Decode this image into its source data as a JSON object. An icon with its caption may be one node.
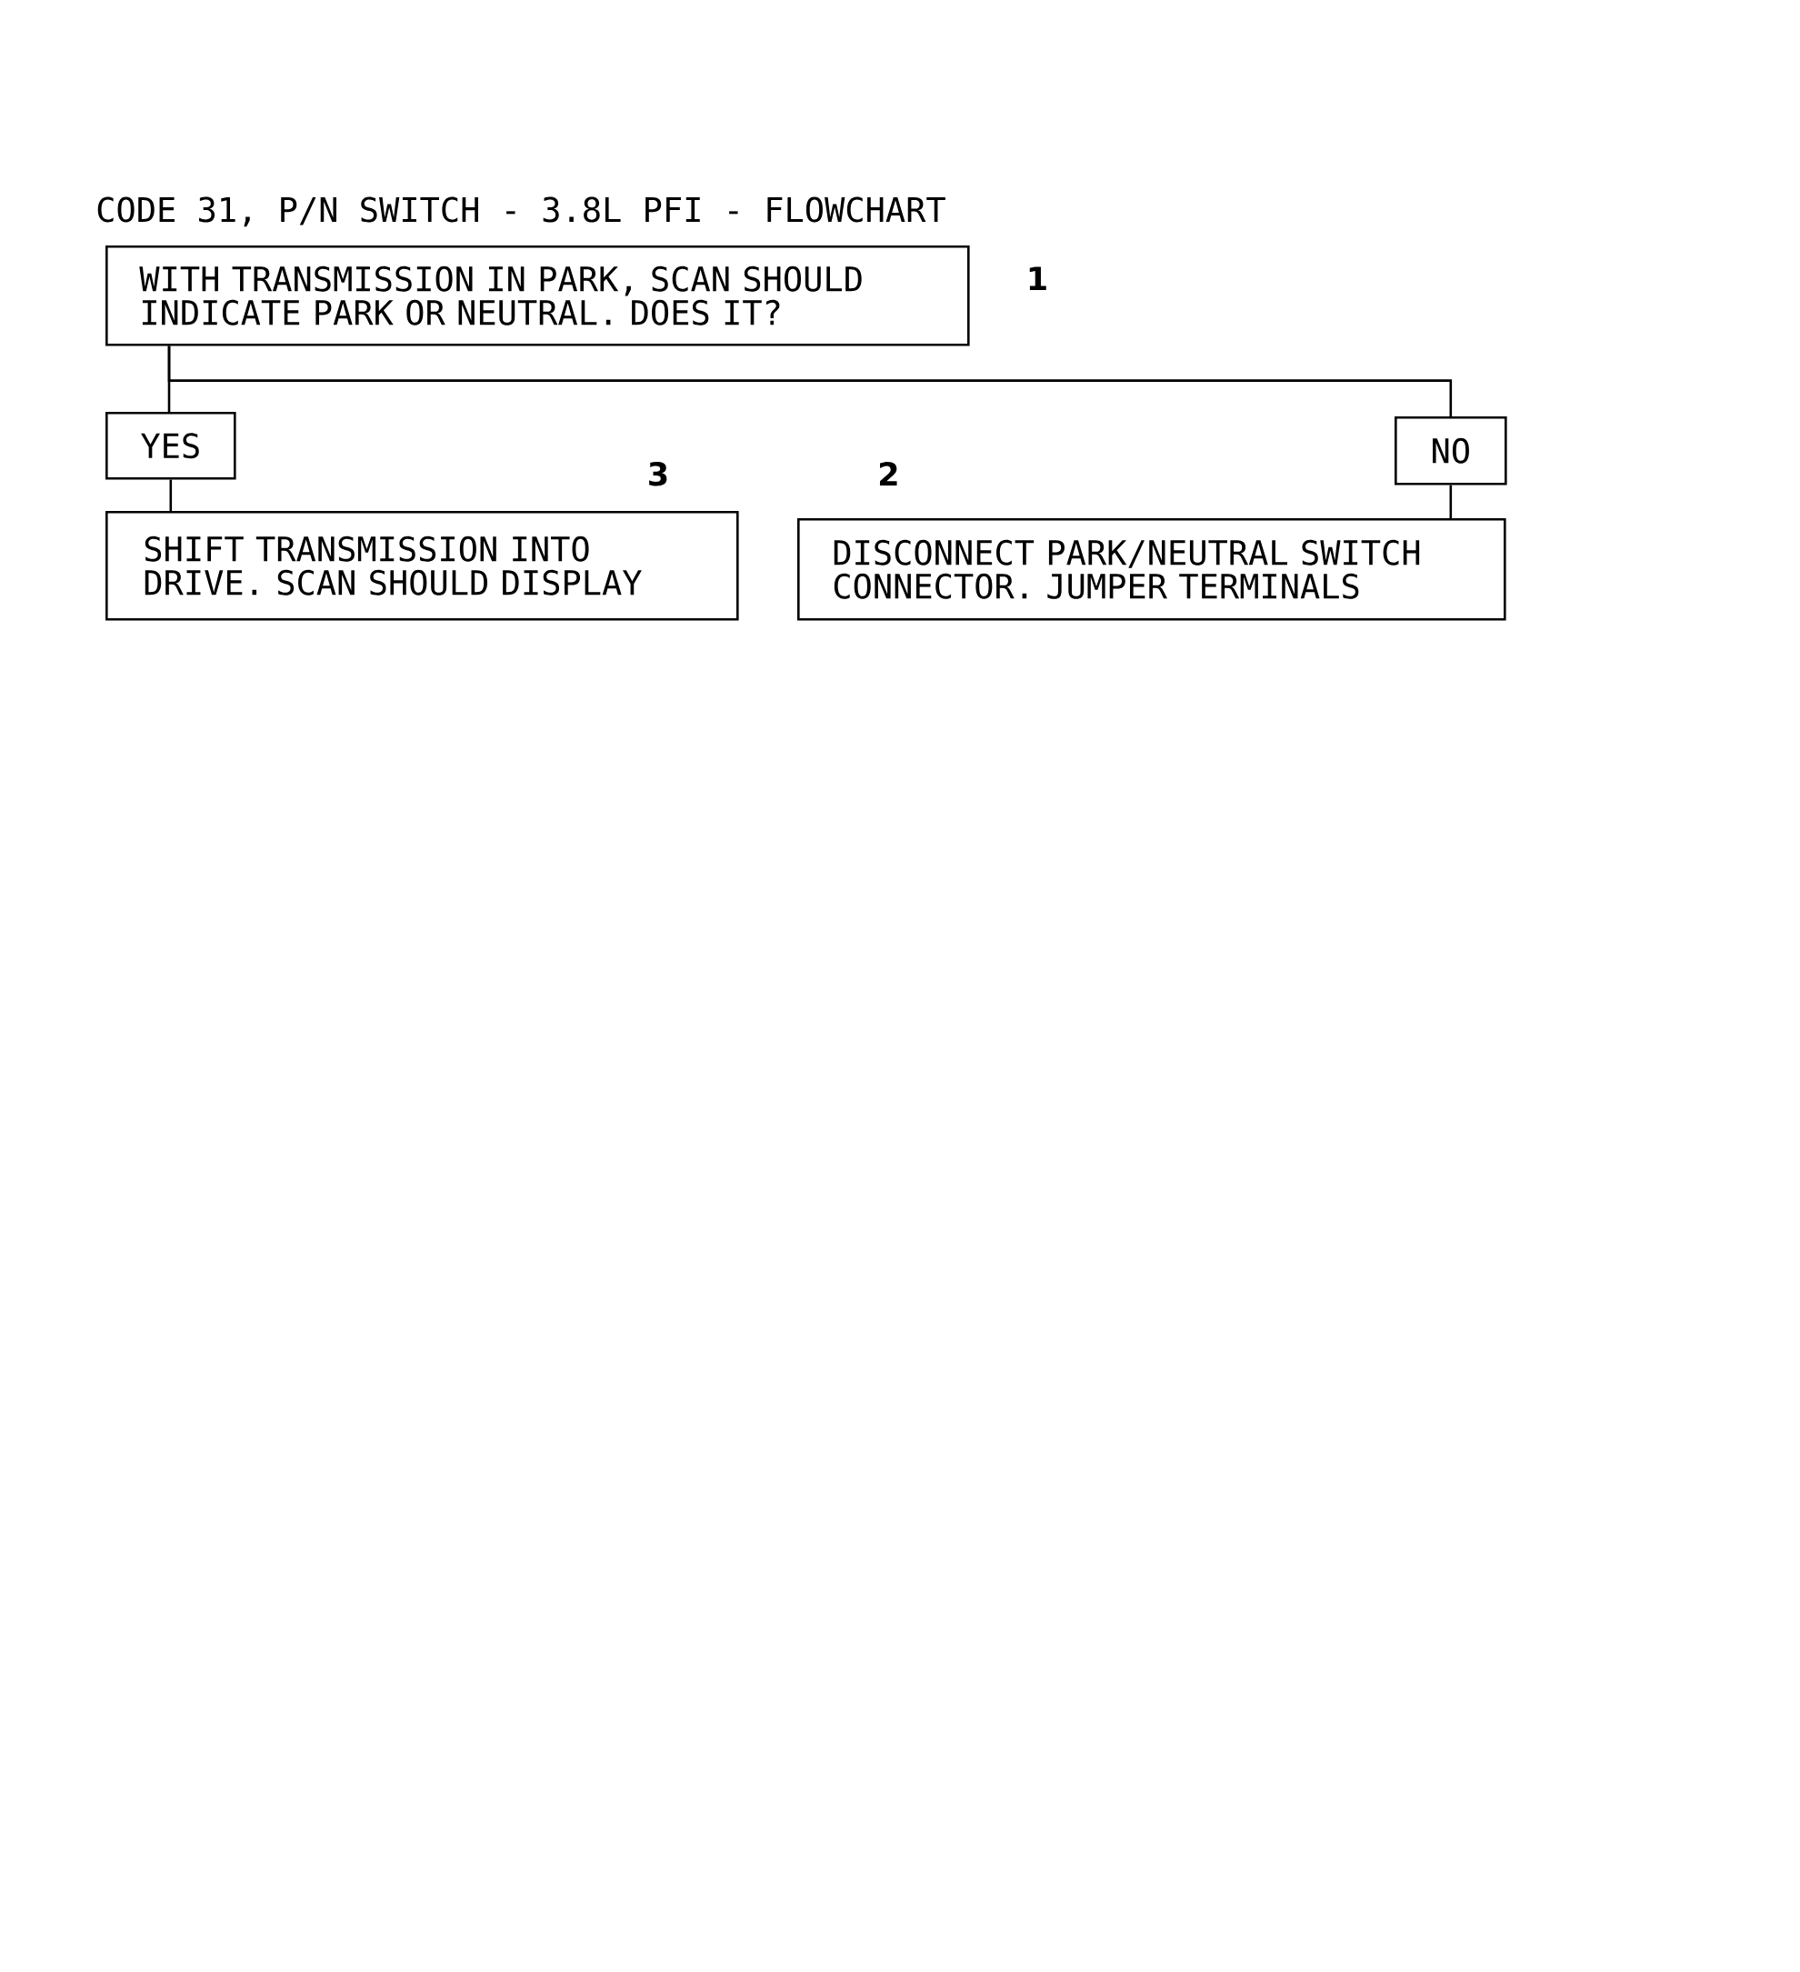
{
  "diagram": {
    "title": "CODE 31, P/N SWITCH - 3.8L PFI - FLOWCHART",
    "nodes": [
      {
        "text": [
          "WITH TRANSMISSION IN PARK, SCAN SHOULD INDICATE PARK OR NEUTRAL. DOES IT?"
        ],
        "beside": [
          "1"
        ]
      },
      {
        "text": [
          "YES"
        ]
      },
      {
        "text": [
          "NO"
        ]
      },
      {
        "text": [
          "SHIFT TRANSMISSION INTO DRIVE. SCAN SHOULD DISPLAY"
        ],
        "beside": [
          "3"
        ]
      },
      {
        "text": [
          "DISCONNECT PARK/NEUTRAL SWITCH CONNECTOR. JUMPER TERMINALS"
        ],
        "beside": [
          "2"
        ]
      }
    ],
    "edges": [
      {
        "from": 0,
        "to": 1,
        "arrow": "none"
      },
      {
        "from": 0,
        "to": 2,
        "arrow": "none"
      },
      {
        "from": 1,
        "to": 3,
        "arrow": "none"
      },
      {
        "from": 2,
        "to": 4,
        "arrow": "none"
      }
    ]
  }
}
